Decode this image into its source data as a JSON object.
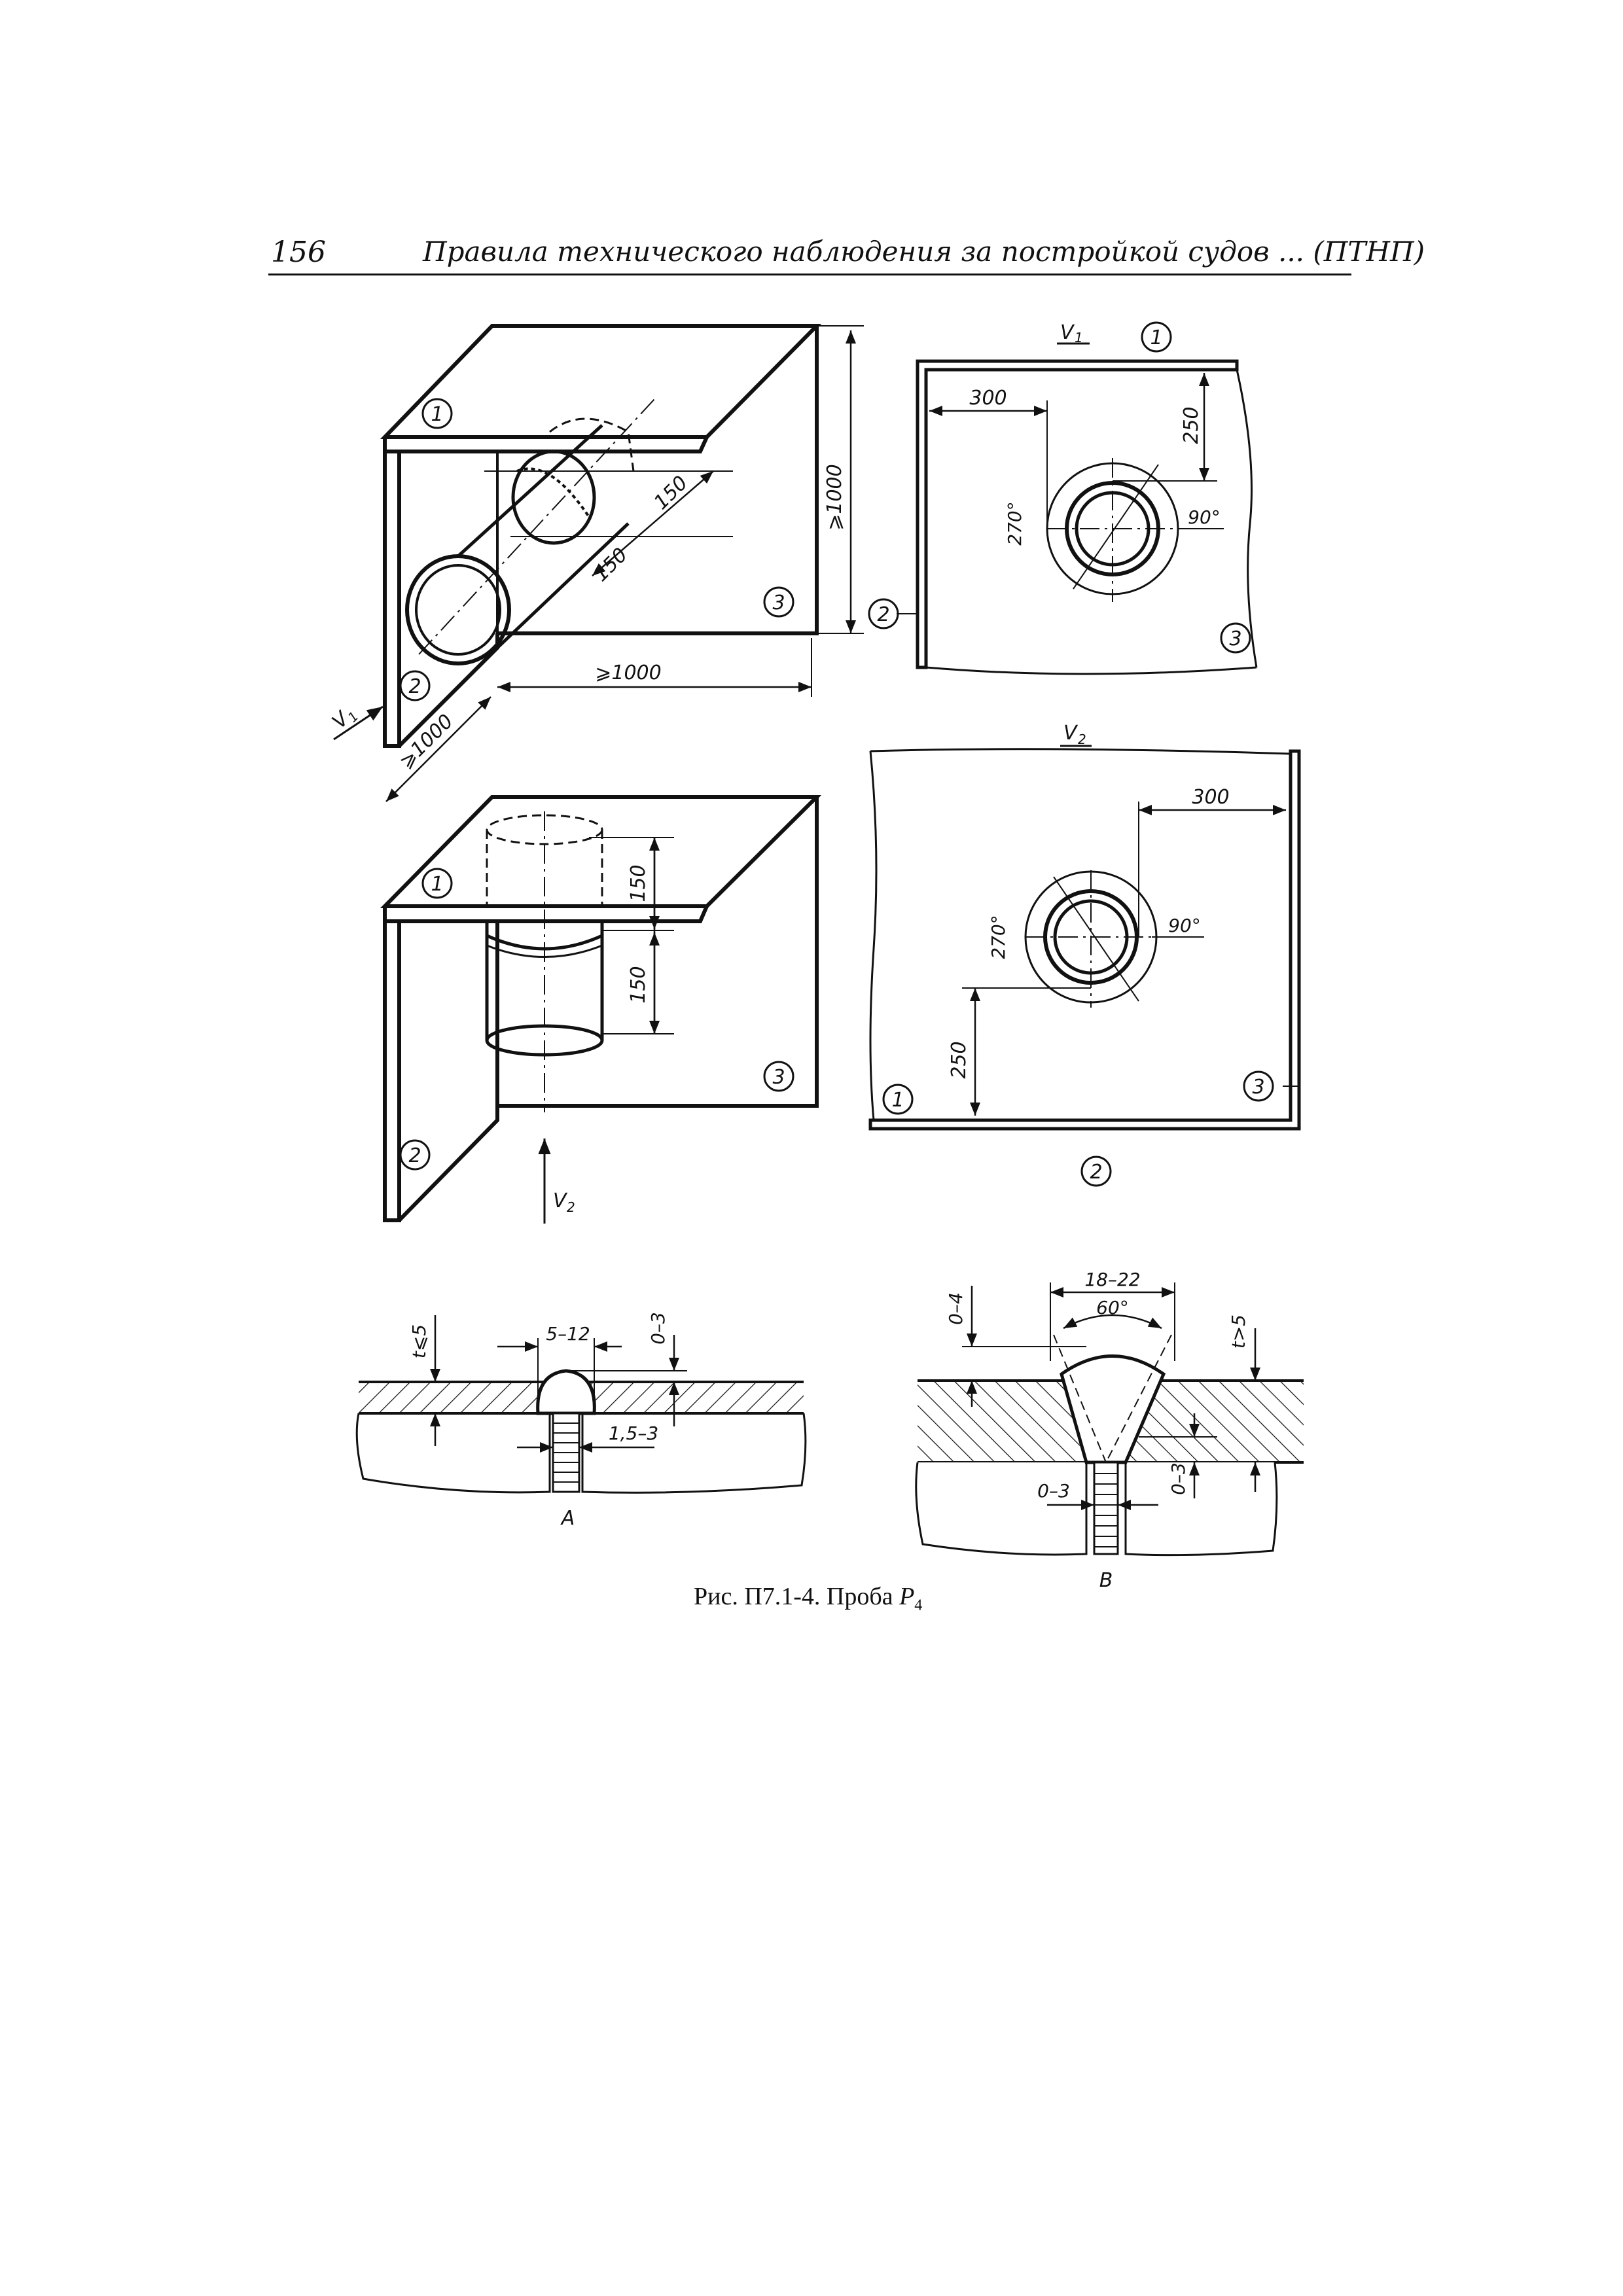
{
  "header": {
    "page_number": "156",
    "running_title": "Правила  технического наблюдения за постройкой судов ... (ПТНП)"
  },
  "views": {
    "iso_top": {
      "dim_width": "⩾1000",
      "dim_height": "⩾1000",
      "dim_depth": "⩾1000",
      "dim_pipe_a": "150",
      "dim_pipe_b": "150",
      "view_arrow": "V",
      "view_arrow_sub": "1",
      "labels": [
        "1",
        "2",
        "3"
      ]
    },
    "plan_v1": {
      "title": "V",
      "title_sub": "1",
      "dim_x": "300",
      "dim_y": "250",
      "angle_a": "270°",
      "angle_b": "90°",
      "labels": [
        "1",
        "2",
        "3"
      ]
    },
    "iso_bottom": {
      "dim_upper": "150",
      "dim_lower": "150",
      "view_arrow": "V",
      "view_arrow_sub": "2",
      "labels": [
        "1",
        "2",
        "3"
      ]
    },
    "plan_v2": {
      "title": "V",
      "title_sub": "2",
      "dim_x": "300",
      "dim_y": "250",
      "angle_a": "270°",
      "angle_b": "90°",
      "labels": [
        "1",
        "2",
        "3"
      ]
    },
    "section_a": {
      "label": "A",
      "dim_thickness": "t⩽5",
      "dim_width": "5–12",
      "dim_reinforcement": "0–3",
      "dim_root": "1,5–3"
    },
    "section_b": {
      "label": "B",
      "dim_thickness": "t>5",
      "dim_width": "18–22",
      "dim_angle": "60°",
      "dim_reinforcement": "0–4",
      "dim_gap": "0–3",
      "dim_root_face": "0–3"
    }
  },
  "caption": {
    "prefix": "Рис. П7.1-4. Проба ",
    "symbol": "P",
    "symbol_sub": "4"
  }
}
